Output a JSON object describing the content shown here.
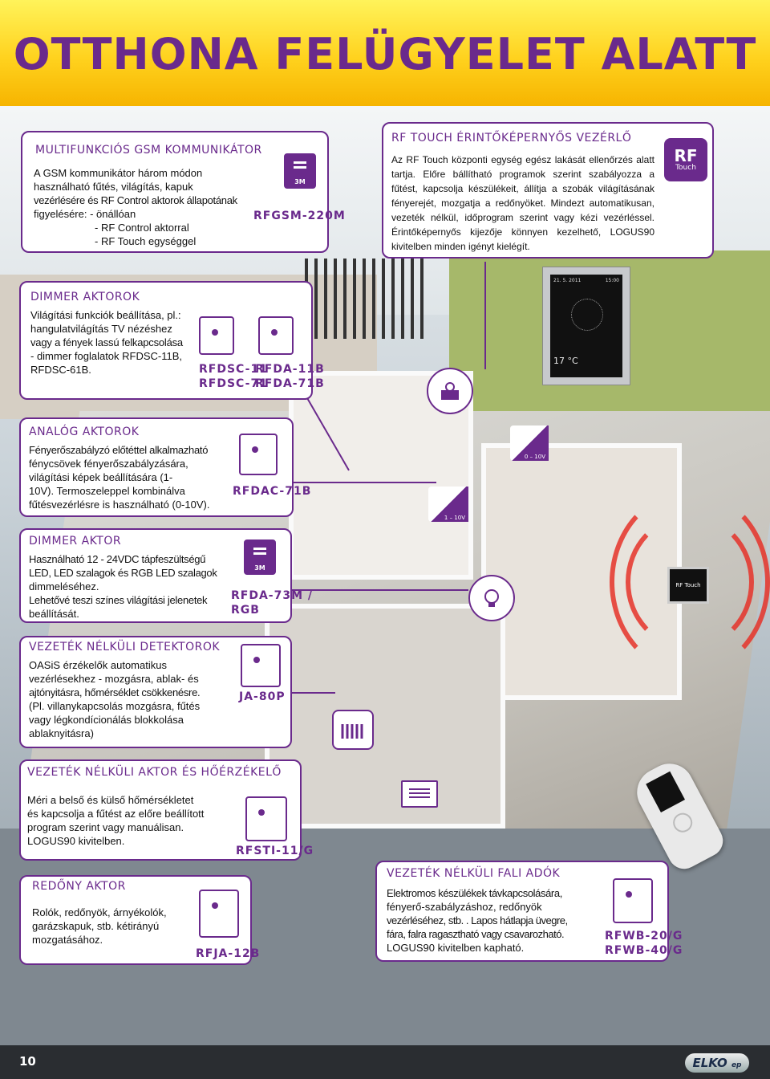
{
  "page": {
    "heading": "OTTHONA FELÜGYELET ALATT",
    "page_number": "10",
    "logo_text": "ELKO",
    "logo_sub": "ep"
  },
  "scene": {
    "touch_panel": {
      "date": "21. 5. 2011",
      "time": "15:00",
      "temperature": "17 °C"
    },
    "rf_touch_wall_label": "RF Touch",
    "gauge_analog": "0 – 10V",
    "gauge_tube": "1 – 10V"
  },
  "panels": {
    "gsm": {
      "title": "MULTIFUNKCIÓS GSM KOMMUNIKÁTOR",
      "lines": [
        "A GSM kommunikátor három módon",
        "használható fűtés, világítás, kapuk",
        "vezérlésére és RF Control aktorok állapotának",
        "figyelésére: - önállóan",
        "- RF Control aktorral",
        "- RF Touch egységgel"
      ],
      "device_tag": "3M",
      "code": "RFGSM-220M"
    },
    "rf_touch": {
      "title": "RF TOUCH ÉRINTŐKÉPERNYŐS VEZÉRLŐ",
      "text": "Az RF Touch központi egység egész lakását ellenőrzés alatt tartja. Előre bállítható programok szerint szabályozza a fűtést, kapcsolja készülékeit, állítja a szobák világításának fényerejét, mozgatja a redőnyöket. Mindezt automatikusan, vezeték nélkül, időprogram szerint vagy kézi vezérléssel. Érintőképernyős kijezője könnyen kezelhető, LOGUS90 kivitelben minden igényt kielégít.",
      "logo_big": "RF",
      "logo_small": "Touch"
    },
    "dimmer_actors": {
      "title": "DIMMER AKTOROK",
      "lines": [
        "Világítási funkciók beállítása, pl.:",
        "hangulatvilágítás TV nézéshez",
        "vagy a fények lassú felkapcsolása",
        "- dimmer foglalatok RFDSC-11B,",
        "RFDSC-61B."
      ],
      "code_a1": "RFDSC-11",
      "code_a2": "RFDSC-71",
      "code_b1": "RFDA-11B",
      "code_b2": "RFDA-71B"
    },
    "analog": {
      "title": "ANALÓG AKTOROK",
      "lines": [
        "Fényerőszabályzó előtéttel alkalmazható",
        "fénycsövek fényerőszabályzására,",
        "világítási képek beállítására (1-",
        "10V). Termoszeleppel kombinálva",
        "fűtésvezérlésre is használható (0-10V)."
      ],
      "code": "RFDAC-71B"
    },
    "dimmer_led": {
      "title": "DIMMER AKTOR",
      "lines": [
        "Használható 12 - 24VDC tápfeszültségű",
        "LED, LED szalagok és RGB LED szalagok",
        "dimmeléséhez.",
        "Lehetővé teszi színes világítási jelenetek",
        "beállítását."
      ],
      "device_tag": "3M",
      "code1": "RFDA-73M /",
      "code2": "RGB"
    },
    "detectors": {
      "title": "VEZETÉK NÉLKÜLI  DETEKTOROK",
      "lines": [
        "OASiS érzékelők automatikus",
        "vezérlésekhez - mozgásra, ablak- és",
        "ajtónyitásra, hőmérséklet csökkenésre.",
        "(Pl. villanykapcsolás mozgásra, fűtés",
        "vagy légkondícionálás blokkolása",
        "ablaknyitásra)"
      ],
      "code": "JA-80P"
    },
    "thermo": {
      "title": "VEZETÉK NÉLKÜLI AKTOR ÉS HŐÉRZÉKELŐ",
      "lines": [
        "Méri a belső és külső hőmérsékletet",
        "és kapcsolja a fűtést az előre beállított",
        "program szerint vagy manuálisan.",
        "LOGUS90 kivitelben."
      ],
      "code": "RFSTI-11/G"
    },
    "shutter": {
      "title": "REDŐNY AKTOR",
      "lines": [
        "Rolók, redőnyök, árnyékolók,",
        "garázskapuk, stb.  kétirányú",
        "mozgatásához."
      ],
      "code": "RFJA-12B"
    },
    "wall_tx": {
      "title": "VEZETÉK NÉLKÜLI FALI ADÓK",
      "lines": [
        "Elektromos készülékek távkapcsolására,",
        "fényerő-szabályzáshoz, redőnyök",
        "vezérléséhez, stb. . Lapos hátlapja üvegre,",
        "fára, falra ragasztható vagy csavarozható.",
        "LOGUS90 kivitelben kapható."
      ],
      "code1": "RFWB-20/G",
      "code2": "RFWB-40/G"
    }
  },
  "colors": {
    "accent": "#6a2a8c",
    "header": "#ffd21e",
    "wave": "#e6332a",
    "footer": "#2a2d31"
  }
}
